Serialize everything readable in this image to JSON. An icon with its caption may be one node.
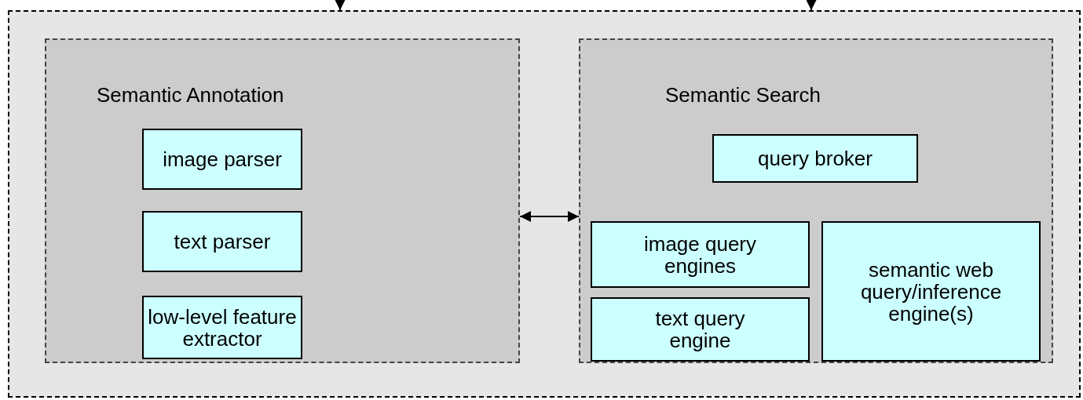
{
  "diagram": {
    "nodes": [
      {
        "text": [],
        "shape": "box"
      },
      {
        "text": [
          "Semantic Annotation"
        ],
        "in": 0
      },
      {
        "text": [
          "image parser"
        ],
        "in": 1
      },
      {
        "text": [
          "text parser"
        ],
        "in": 1
      },
      {
        "text": [
          "low-level feature extractor"
        ],
        "in": 1
      },
      {
        "text": [
          "Semantic Search"
        ],
        "in": 0
      },
      {
        "text": [
          "query broker"
        ],
        "in": 5
      },
      {
        "text": [
          "image query engines"
        ],
        "in": 5
      },
      {
        "text": [
          "text query engine"
        ],
        "in": 5
      },
      {
        "text": [
          "semantic web query/inference engine(s)"
        ],
        "in": 5
      }
    ],
    "edges": [
      {
        "from": null,
        "to": 0,
        "arrow": "to"
      },
      {
        "from": null,
        "to": 0,
        "arrow": "to"
      },
      {
        "from": 1,
        "to": 5,
        "arrow": "both"
      }
    ]
  }
}
